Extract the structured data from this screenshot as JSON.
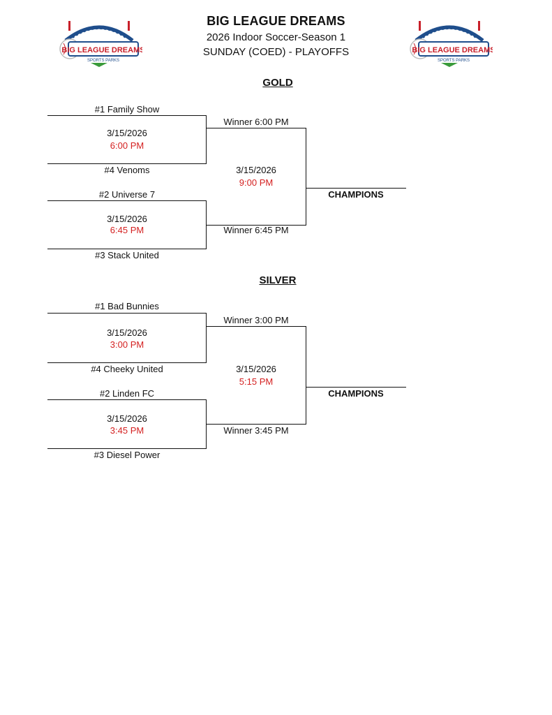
{
  "header": {
    "title": "BIG LEAGUE DREAMS",
    "subtitle": "2026 Indoor Soccer-Season 1",
    "division": "SUNDAY (COED) - PLAYOFFS",
    "logo_text": "BIG LEAGUE DREAMS",
    "logo_subtext": "SPORTS PARKS"
  },
  "brackets": [
    {
      "name": "GOLD",
      "teams": [
        "#1 Family Show",
        "#4 Venoms",
        "#2 Universe 7",
        "#3 Stack United"
      ],
      "semi1": {
        "date": "3/15/2026",
        "time": "6:00 PM"
      },
      "semi2": {
        "date": "3/15/2026",
        "time": "6:45 PM"
      },
      "winner1": "Winner 6:00 PM",
      "winner2": "Winner 6:45 PM",
      "final": {
        "date": "3/15/2026",
        "time": "9:00 PM"
      },
      "champions": "CHAMPIONS"
    },
    {
      "name": "SILVER",
      "teams": [
        "#1 Bad Bunnies",
        "#4 Cheeky United",
        "#2 Linden FC",
        "#3 Diesel Power"
      ],
      "semi1": {
        "date": "3/15/2026",
        "time": "3:00 PM"
      },
      "semi2": {
        "date": "3/15/2026",
        "time": "3:45 PM"
      },
      "winner1": "Winner 3:00 PM",
      "winner2": "Winner 3:45 PM",
      "final": {
        "date": "3/15/2026",
        "time": "5:15 PM"
      },
      "champions": "CHAMPIONS"
    }
  ],
  "colors": {
    "time_red": "#d42020",
    "logo_blue": "#1f4e8c",
    "logo_red": "#c8202a",
    "logo_green": "#3a9a3a"
  }
}
